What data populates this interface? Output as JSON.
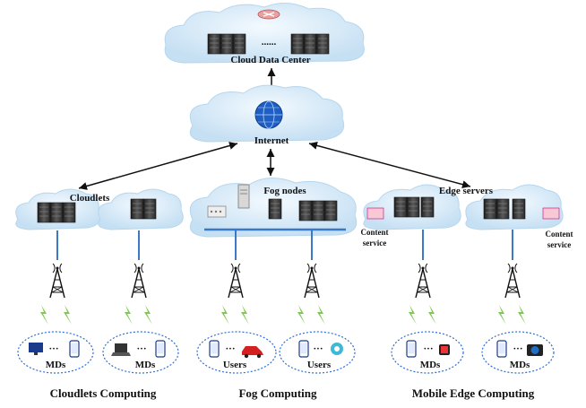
{
  "title_cloud": "Cloud Data Center",
  "cloud_dots": "......",
  "internet": "Internet",
  "cloudlets": "Cloudlets",
  "fog_nodes": "Fog nodes",
  "edge_servers": "Edge servers",
  "content_service_1": [
    "Content",
    "service"
  ],
  "content_service_2": [
    "Content",
    "service"
  ],
  "devices": [
    {
      "label": "MDs"
    },
    {
      "label": "MDs"
    },
    {
      "label": "Users"
    },
    {
      "label": "Users"
    },
    {
      "label": "MDs"
    },
    {
      "label": "MDs"
    }
  ],
  "sections": {
    "cloudlets_computing": "Cloudlets Computing",
    "fog_computing": "Fog Computing",
    "mobile_edge_computing": "Mobile Edge Computing"
  },
  "colors": {
    "cloud_fill": "#d6eaf8",
    "cloud_edge": "#a9cce3",
    "link_blue": "#3a78c9",
    "server_dark": "#3a3a3a",
    "signal_green": "#7ec850",
    "ellipse_blue": "#2e6fd6"
  }
}
